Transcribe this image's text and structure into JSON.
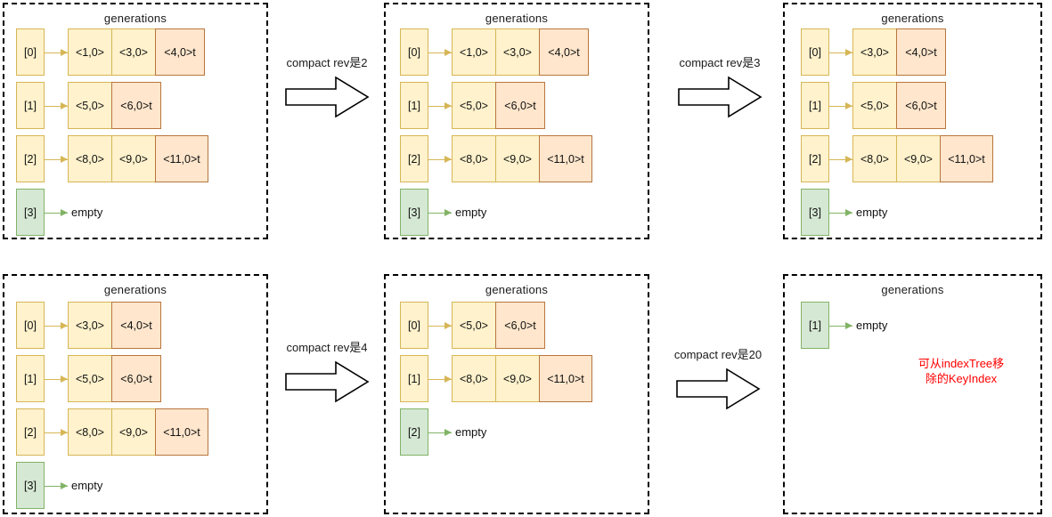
{
  "title_label": "generations",
  "colors": {
    "panel_border": "#000000",
    "key_fill": "#fff2cc",
    "key_stroke": "#d6b656",
    "tomb_fill": "#ffe6cc",
    "tomb_stroke": "#b8763e",
    "empty_fill": "#d5e8d4",
    "empty_stroke": "#82b366",
    "annotation": "#ff0000",
    "arrow_stroke": "#000000"
  },
  "empty_text": "empty",
  "panels": [
    {
      "id": "panel-initial",
      "title": "generations",
      "rows": [
        {
          "index": "[0]",
          "empty": false,
          "cells": [
            {
              "text": "<1,0>",
              "tombstone": false,
              "width": 50
            },
            {
              "text": "<3,0>",
              "tombstone": false,
              "width": 50
            },
            {
              "text": "<4,0>t",
              "tombstone": true,
              "width": 56
            }
          ]
        },
        {
          "index": "[1]",
          "empty": false,
          "cells": [
            {
              "text": "<5,0>",
              "tombstone": false,
              "width": 50
            },
            {
              "text": "<6,0>t",
              "tombstone": true,
              "width": 56
            }
          ]
        },
        {
          "index": "[2]",
          "empty": false,
          "cells": [
            {
              "text": "<8,0>",
              "tombstone": false,
              "width": 50
            },
            {
              "text": "<9,0>",
              "tombstone": false,
              "width": 50
            },
            {
              "text": "<11,0>t",
              "tombstone": true,
              "width": 60
            }
          ]
        },
        {
          "index": "[3]",
          "empty": true,
          "cells": []
        }
      ],
      "annotation": ""
    },
    {
      "id": "panel-rev2",
      "title": "generations",
      "rows": [
        {
          "index": "[0]",
          "empty": false,
          "cells": [
            {
              "text": "<1,0>",
              "tombstone": false,
              "width": 50
            },
            {
              "text": "<3,0>",
              "tombstone": false,
              "width": 50
            },
            {
              "text": "<4,0>t",
              "tombstone": true,
              "width": 56
            }
          ]
        },
        {
          "index": "[1]",
          "empty": false,
          "cells": [
            {
              "text": "<5,0>",
              "tombstone": false,
              "width": 50
            },
            {
              "text": "<6,0>t",
              "tombstone": true,
              "width": 56
            }
          ]
        },
        {
          "index": "[2]",
          "empty": false,
          "cells": [
            {
              "text": "<8,0>",
              "tombstone": false,
              "width": 50
            },
            {
              "text": "<9,0>",
              "tombstone": false,
              "width": 50
            },
            {
              "text": "<11,0>t",
              "tombstone": true,
              "width": 60
            }
          ]
        },
        {
          "index": "[3]",
          "empty": true,
          "cells": []
        }
      ],
      "annotation": ""
    },
    {
      "id": "panel-rev3",
      "title": "generations",
      "rows": [
        {
          "index": "[0]",
          "empty": false,
          "cells": [
            {
              "text": "<3,0>",
              "tombstone": false,
              "width": 50
            },
            {
              "text": "<4,0>t",
              "tombstone": true,
              "width": 56
            }
          ]
        },
        {
          "index": "[1]",
          "empty": false,
          "cells": [
            {
              "text": "<5,0>",
              "tombstone": false,
              "width": 50
            },
            {
              "text": "<6,0>t",
              "tombstone": true,
              "width": 56
            }
          ]
        },
        {
          "index": "[2]",
          "empty": false,
          "cells": [
            {
              "text": "<8,0>",
              "tombstone": false,
              "width": 50
            },
            {
              "text": "<9,0>",
              "tombstone": false,
              "width": 50
            },
            {
              "text": "<11,0>t",
              "tombstone": true,
              "width": 60
            }
          ]
        },
        {
          "index": "[3]",
          "empty": true,
          "cells": []
        }
      ],
      "annotation": ""
    },
    {
      "id": "panel-rev3-copy",
      "title": "generations",
      "rows": [
        {
          "index": "[0]",
          "empty": false,
          "cells": [
            {
              "text": "<3,0>",
              "tombstone": false,
              "width": 50
            },
            {
              "text": "<4,0>t",
              "tombstone": true,
              "width": 56
            }
          ]
        },
        {
          "index": "[1]",
          "empty": false,
          "cells": [
            {
              "text": "<5,0>",
              "tombstone": false,
              "width": 50
            },
            {
              "text": "<6,0>t",
              "tombstone": true,
              "width": 56
            }
          ]
        },
        {
          "index": "[2]",
          "empty": false,
          "cells": [
            {
              "text": "<8,0>",
              "tombstone": false,
              "width": 50
            },
            {
              "text": "<9,0>",
              "tombstone": false,
              "width": 50
            },
            {
              "text": "<11,0>t",
              "tombstone": true,
              "width": 60
            }
          ]
        },
        {
          "index": "[3]",
          "empty": true,
          "cells": []
        }
      ],
      "annotation": ""
    },
    {
      "id": "panel-rev4",
      "title": "generations",
      "rows": [
        {
          "index": "[0]",
          "empty": false,
          "cells": [
            {
              "text": "<5,0>",
              "tombstone": false,
              "width": 50
            },
            {
              "text": "<6,0>t",
              "tombstone": true,
              "width": 56
            }
          ]
        },
        {
          "index": "[1]",
          "empty": false,
          "cells": [
            {
              "text": "<8,0>",
              "tombstone": false,
              "width": 50
            },
            {
              "text": "<9,0>",
              "tombstone": false,
              "width": 50
            },
            {
              "text": "<11,0>t",
              "tombstone": true,
              "width": 60
            }
          ]
        },
        {
          "index": "[2]",
          "empty": true,
          "cells": []
        }
      ],
      "annotation": ""
    },
    {
      "id": "panel-rev20",
      "title": "generations",
      "rows": [
        {
          "index": "[1]",
          "empty": true,
          "cells": []
        }
      ],
      "annotation": "可从indexTree移\n除的KeyIndex"
    }
  ],
  "steps": [
    {
      "id": "step-rev2",
      "label": "compact rev是2"
    },
    {
      "id": "step-rev3",
      "label": "compact rev是3"
    },
    {
      "id": "step-rev4",
      "label": "compact rev是4"
    },
    {
      "id": "step-rev20",
      "label": "compact rev是20"
    }
  ]
}
